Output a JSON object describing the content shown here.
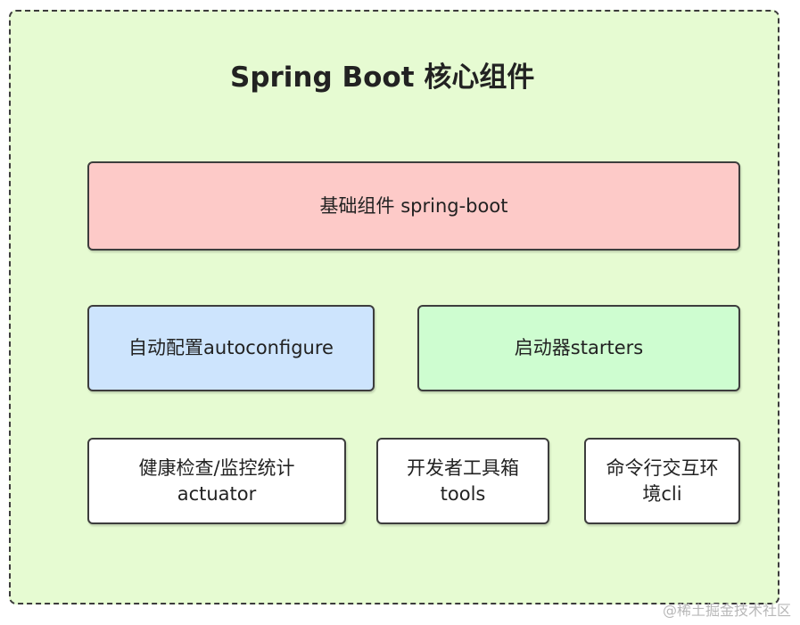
{
  "diagram": {
    "title": "Spring Boot 核心组件",
    "base": {
      "label": "基础组件 spring-boot"
    },
    "autoconfigure": {
      "label": "自动配置autoconfigure"
    },
    "starters": {
      "label": "启动器starters"
    },
    "actuator": {
      "line1": "健康检查/监控统计",
      "line2": "actuator"
    },
    "tools": {
      "line1": "开发者工具箱",
      "line2": "tools"
    },
    "cli": {
      "line1": "命令行交互环",
      "line2": "境cli"
    }
  },
  "watermark": "@稀土掘金技术社区",
  "colors": {
    "frame_bg": "#e6fbd2",
    "base_bg": "#fdcac8",
    "autoconfigure_bg": "#cde4fd",
    "starters_bg": "#cefdd0",
    "module_bg": "#ffffff"
  }
}
